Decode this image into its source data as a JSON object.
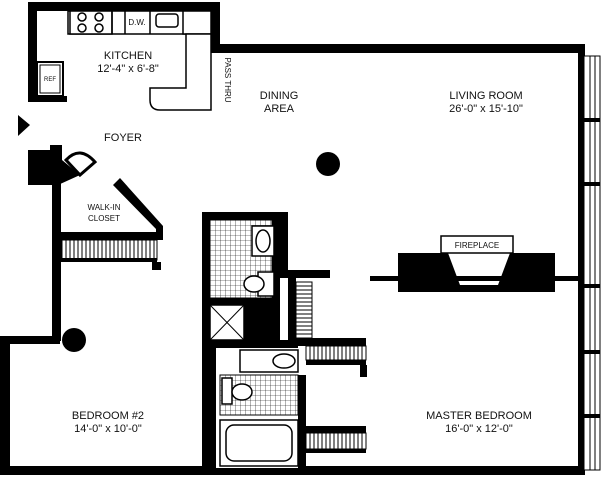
{
  "colors": {
    "wall": "#000000",
    "fixture": "#000000",
    "floor": "#ffffff"
  },
  "rooms": {
    "kitchen": {
      "name": "KITCHEN",
      "dims": "12'-4\" x 6'-8\""
    },
    "dining": {
      "line1": "DINING",
      "line2": "AREA"
    },
    "living": {
      "name": "LIVING ROOM",
      "dims": "26'-0\" x 15'-10\""
    },
    "foyer": {
      "name": "FOYER"
    },
    "closet": {
      "line1": "WALK-IN",
      "line2": "CLOSET"
    },
    "bedroom2": {
      "name": "BEDROOM #2",
      "dims": "14'-0\" x 10'-0\""
    },
    "master": {
      "name": "MASTER BEDROOM",
      "dims": "16'-0\" x 12'-0\""
    }
  },
  "labels": {
    "pass_thru": "PASS THRU",
    "fireplace": "FIREPLACE",
    "dishwasher": "D.W.",
    "refrigerator": "REF"
  },
  "icons": {
    "entry": "entry-arrow-icon",
    "column": "column-icon"
  }
}
